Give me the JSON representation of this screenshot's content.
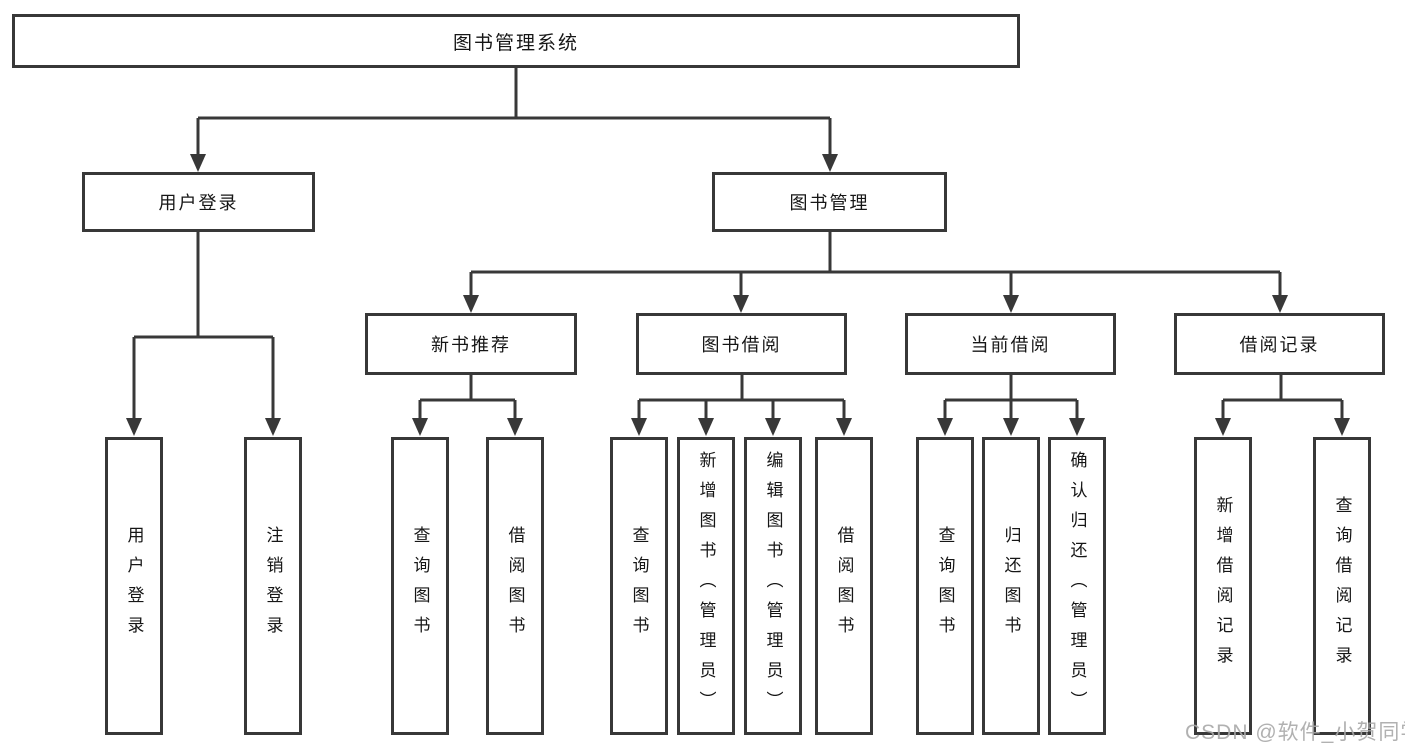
{
  "diagram": {
    "root": {
      "label": "图书管理系统",
      "children": [
        {
          "label": "用户登录",
          "children": [
            {
              "label": "用户登录"
            },
            {
              "label": "注销登录"
            }
          ]
        },
        {
          "label": "图书管理",
          "children": [
            {
              "label": "新书推荐",
              "children": [
                {
                  "label": "查询图书"
                },
                {
                  "label": "借阅图书"
                }
              ]
            },
            {
              "label": "图书借阅",
              "children": [
                {
                  "label": "查询图书"
                },
                {
                  "label": "新增图书（管理员）"
                },
                {
                  "label": "编辑图书（管理员）"
                },
                {
                  "label": "借阅图书"
                }
              ]
            },
            {
              "label": "当前借阅",
              "children": [
                {
                  "label": "查询图书"
                },
                {
                  "label": "归还图书"
                },
                {
                  "label": "确认归还（管理员）"
                }
              ]
            },
            {
              "label": "借阅记录",
              "children": [
                {
                  "label": "新增借阅记录"
                },
                {
                  "label": "查询借阅记录"
                }
              ]
            }
          ]
        }
      ]
    }
  },
  "watermark": "CSDN @软件_小贺同学",
  "colors": {
    "line": "#383838",
    "box_border": "#383838",
    "text": "#161616",
    "watermark": "#a8a8a8"
  }
}
